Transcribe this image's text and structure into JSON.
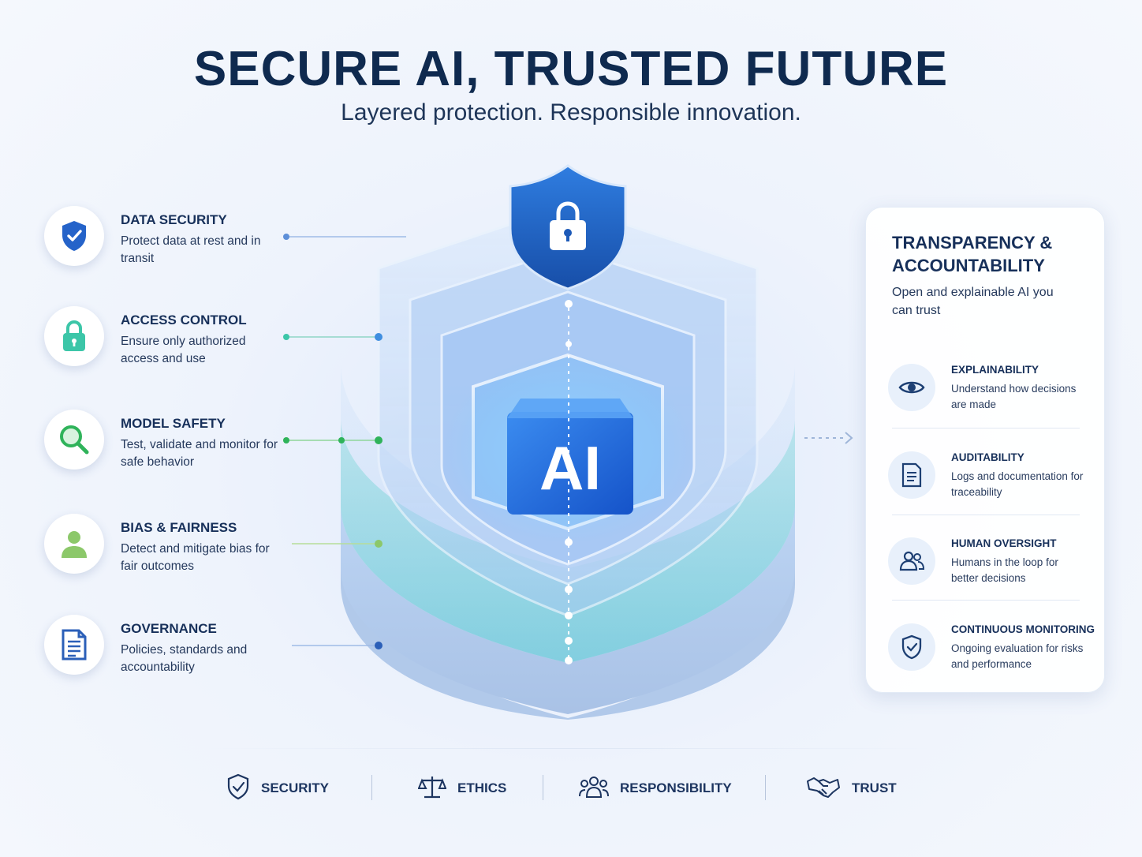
{
  "header": {
    "title": "SECURE AI, TRUSTED FUTURE",
    "subtitle": "Layered protection. Responsible innovation."
  },
  "center": {
    "core_label": "AI",
    "icons": [
      "shield-lock-icon"
    ]
  },
  "left_items": [
    {
      "title": "DATA SECURITY",
      "desc": "Protect data at rest and in transit",
      "icon": "shield-check-icon",
      "color": "#2563c9"
    },
    {
      "title": "ACCESS CONTROL",
      "desc": "Ensure only authorized access and use",
      "icon": "padlock-icon",
      "color": "#3cc6a8"
    },
    {
      "title": "MODEL SAFETY",
      "desc": "Test, validate and monitor for safe behavior",
      "icon": "magnifier-icon",
      "color": "#2fb35a"
    },
    {
      "title": "BIAS & FAIRNESS",
      "desc": "Detect and mitigate bias for fair outcomes",
      "icon": "person-icon",
      "color": "#8cc86a"
    },
    {
      "title": "GOVERNANCE",
      "desc": "Policies, standards and accountability",
      "icon": "document-icon",
      "color": "#2b5fb8"
    }
  ],
  "panel": {
    "title": "TRANSPARENCY & ACCOUNTABILITY",
    "subtitle": "Open and explainable AI you can trust",
    "items": [
      {
        "title": "EXPLAINABILITY",
        "desc": "Understand how decisions are made",
        "icon": "eye-icon"
      },
      {
        "title": "AUDITABILITY",
        "desc": "Logs and documentation for traceability",
        "icon": "log-document-icon"
      },
      {
        "title": "HUMAN OVERSIGHT",
        "desc": "Humans in the loop for better decisions",
        "icon": "users-icon"
      },
      {
        "title": "CONTINUOUS MONITORING",
        "desc": "Ongoing evaluation for risks and performance",
        "icon": "shield-check-icon"
      }
    ]
  },
  "bottom": [
    {
      "label": "SECURITY",
      "icon": "shield-check-icon"
    },
    {
      "label": "ETHICS",
      "icon": "scales-icon"
    },
    {
      "label": "RESPONSIBILITY",
      "icon": "team-icon"
    },
    {
      "label": "TRUST",
      "icon": "handshake-icon"
    }
  ],
  "colors": {
    "navy": "#0f2a4f",
    "blue": "#2563c9",
    "teal": "#3cc6a8",
    "green": "#2fb35a"
  }
}
